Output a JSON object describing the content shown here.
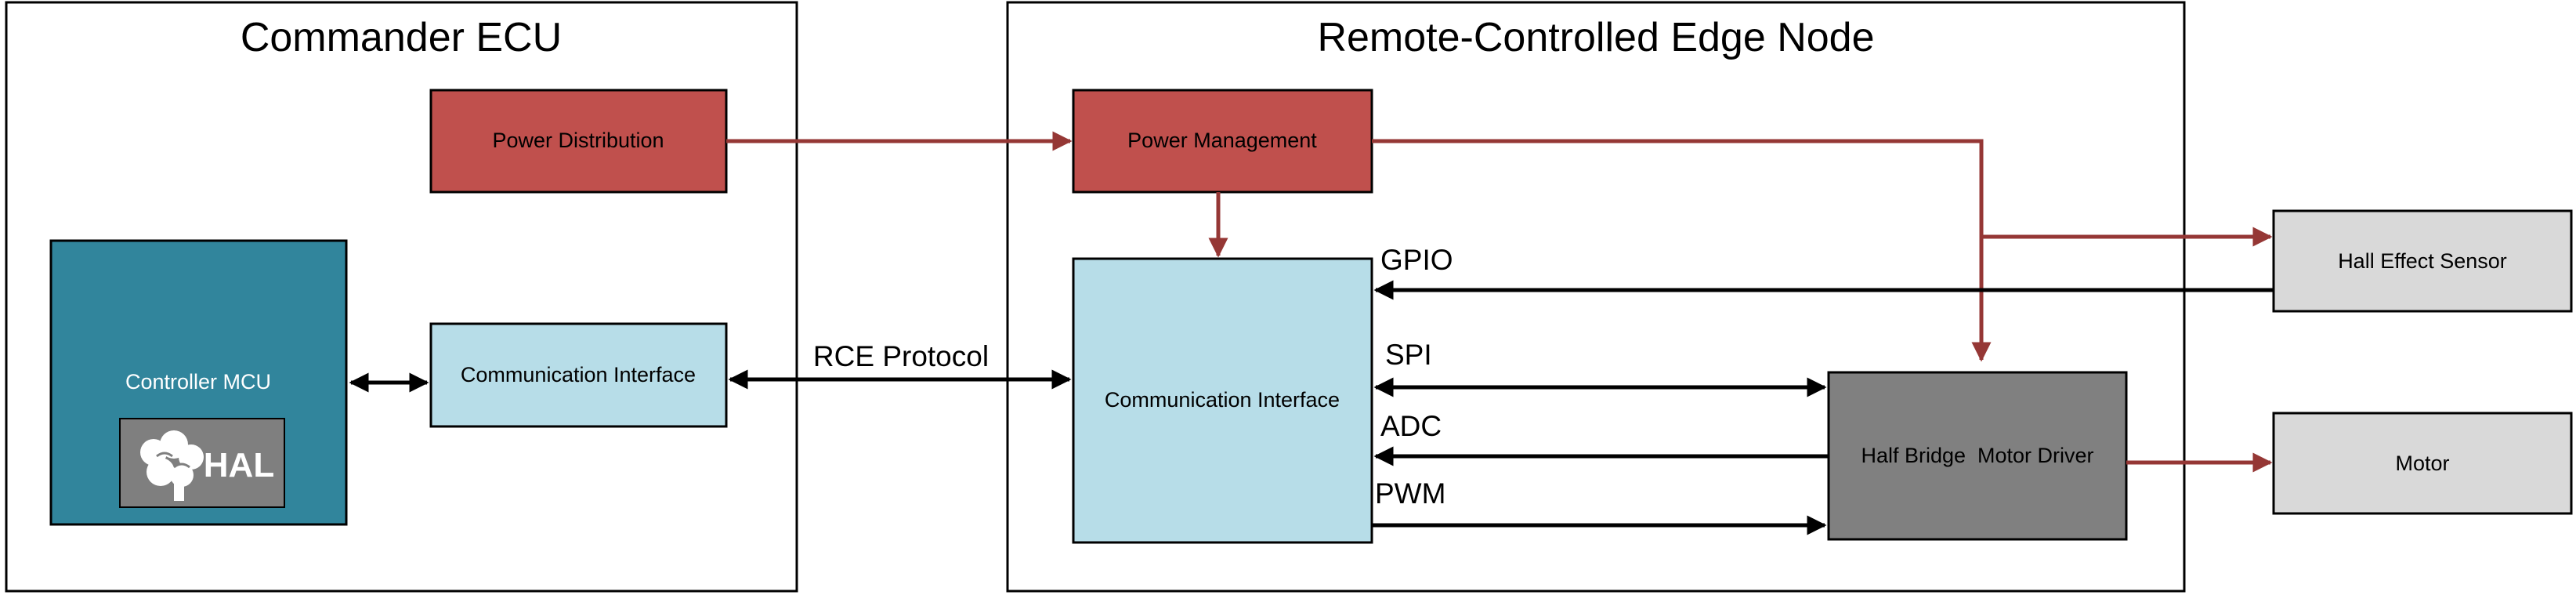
{
  "colors": {
    "power": "#c0504d",
    "power_arrow": "#953735",
    "comm": "#b7dde8",
    "controller": "#31859c",
    "driver": "#808080",
    "peripheral": "#d9d9d9",
    "hal_badge": "#7f7f7f",
    "line": "#000000"
  },
  "commander": {
    "title": "Commander ECU",
    "power_distribution": "Power Distribution",
    "controller_mcu": "Controller MCU",
    "hal_label": "HAL",
    "communication_interface": "Communication Interface"
  },
  "protocol_label": "RCE Protocol",
  "edge_node": {
    "title": "Remote-Controlled Edge Node",
    "power_management": "Power Management",
    "communication_interface": "Communication Interface",
    "motor_driver": "Half Bridge  Motor Driver"
  },
  "signals": {
    "gpio": "GPIO",
    "spi": "SPI",
    "adc": "ADC",
    "pwm": "PWM"
  },
  "external": {
    "hall_sensor": "Hall Effect Sensor",
    "motor": "Motor"
  },
  "icons": {
    "hal": "brain-icon"
  }
}
